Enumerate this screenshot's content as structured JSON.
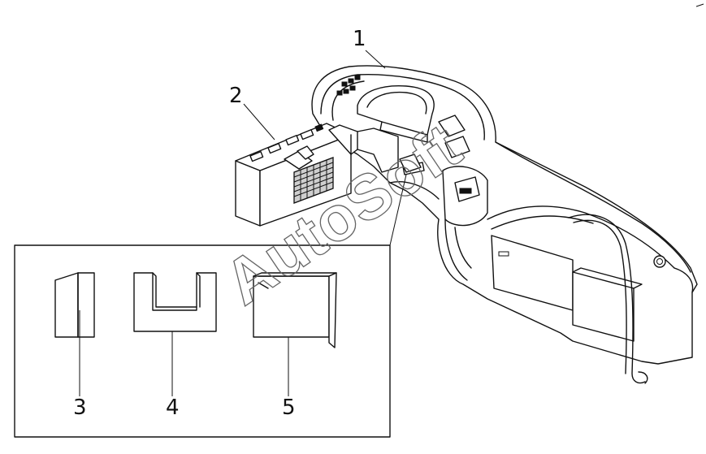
{
  "diagram": {
    "callouts": [
      {
        "id": "1",
        "label": "1"
      },
      {
        "id": "2",
        "label": "2"
      },
      {
        "id": "3",
        "label": "3"
      },
      {
        "id": "4",
        "label": "4"
      },
      {
        "id": "5",
        "label": "5"
      }
    ],
    "watermark": "AutoSoft",
    "colors": {
      "ink": "#111111",
      "background": "#ffffff",
      "watermark": "#666666"
    }
  }
}
